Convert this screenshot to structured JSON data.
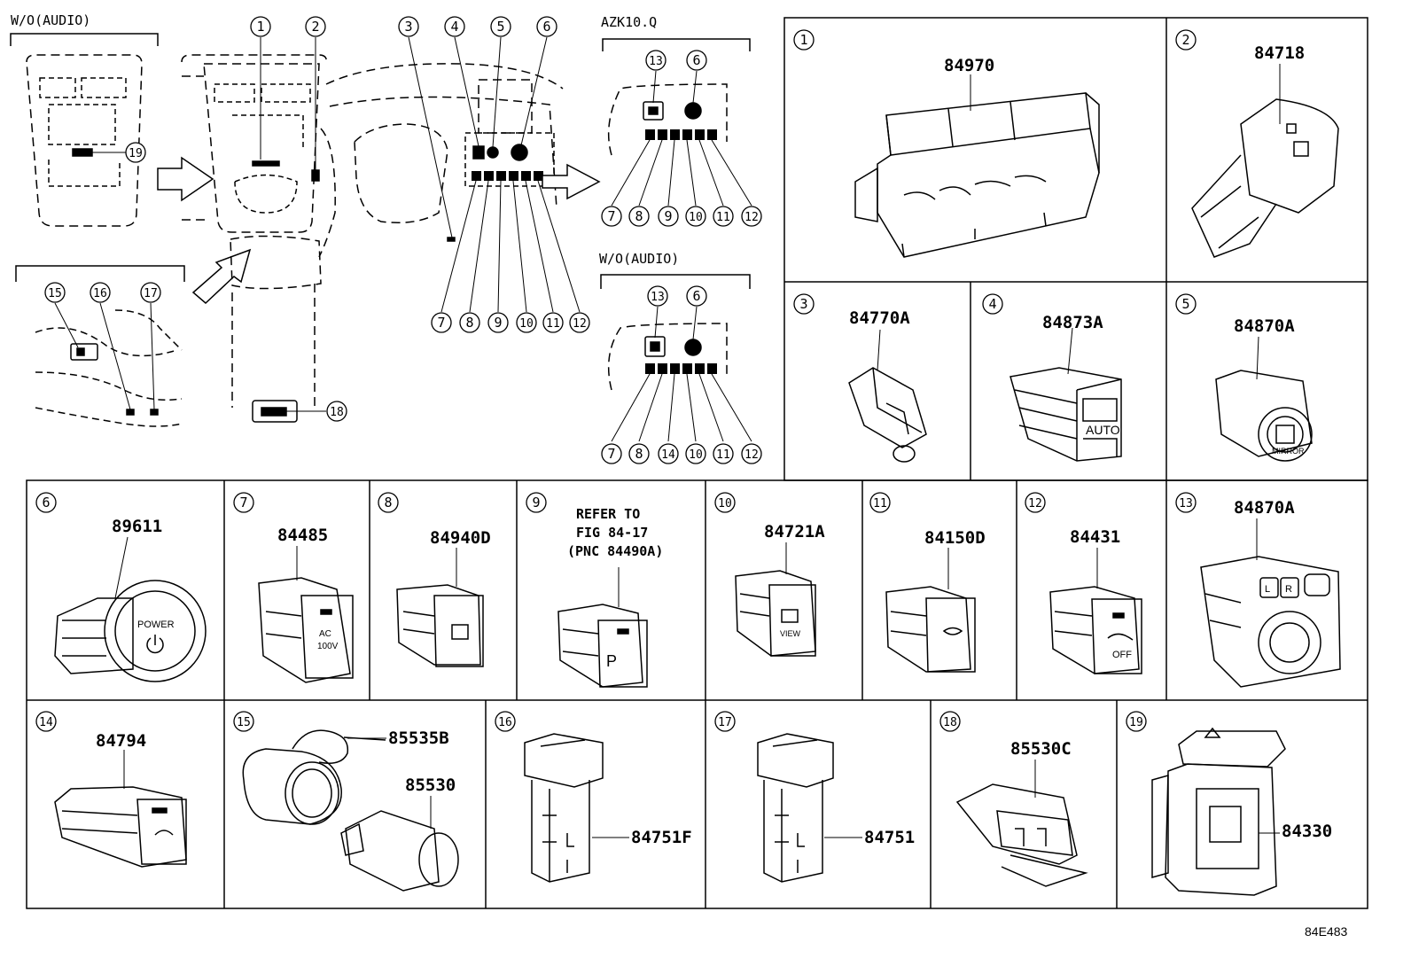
{
  "diagram_code": "84E483",
  "overview": {
    "top_left_label": "W/O(AUDIO)",
    "azk_label": "AZK10.Q",
    "wo_audio_label": "W/O(AUDIO)",
    "callouts": [
      "1",
      "2",
      "3",
      "4",
      "5",
      "6",
      "7",
      "8",
      "9",
      "10",
      "11",
      "12",
      "13",
      "14",
      "15",
      "16",
      "17",
      "18",
      "19"
    ]
  },
  "parts": [
    {
      "no": "1",
      "pn": "84970"
    },
    {
      "no": "2",
      "pn": "84718"
    },
    {
      "no": "3",
      "pn": "84770A"
    },
    {
      "no": "4",
      "pn": "84873A"
    },
    {
      "no": "5",
      "pn": "84870A"
    },
    {
      "no": "6",
      "pn": "89611"
    },
    {
      "no": "7",
      "pn": "84485"
    },
    {
      "no": "8",
      "pn": "84940D"
    },
    {
      "no": "9",
      "pn": "",
      "note": [
        "REFER TO",
        "FIG 84-17",
        "(PNC 84490A)"
      ]
    },
    {
      "no": "10",
      "pn": "84721A"
    },
    {
      "no": "11",
      "pn": "84150D"
    },
    {
      "no": "12",
      "pn": "84431"
    },
    {
      "no": "13",
      "pn": "84870A"
    },
    {
      "no": "14",
      "pn": "84794"
    },
    {
      "no": "15",
      "pn": "85535B",
      "pn2": "85530"
    },
    {
      "no": "16",
      "pn": "84751F"
    },
    {
      "no": "17",
      "pn": "84751"
    },
    {
      "no": "18",
      "pn": "85530C"
    },
    {
      "no": "19",
      "pn": "84330"
    }
  ],
  "switch_labels": {
    "power": "POWER",
    "ac": "AC",
    "ac_v": "100V",
    "auto": "AUTO",
    "view": "VIEW",
    "off": "OFF",
    "p": "P",
    "mirror": "MIRROR",
    "l": "L",
    "r": "R"
  }
}
